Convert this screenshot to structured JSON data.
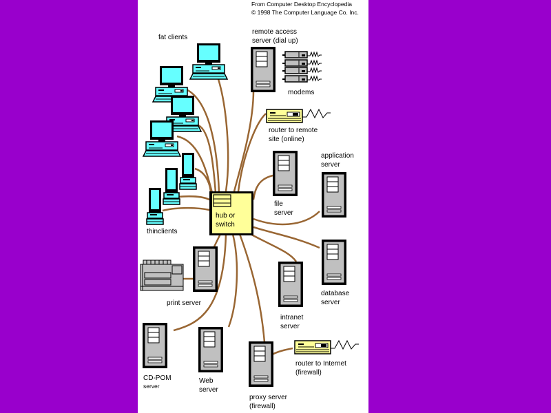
{
  "credits": {
    "line1": "From Computer Desktop Encyclopedia",
    "line2": "© 1998 The Computer Language Co. Inc."
  },
  "colors": {
    "background": "#9900cc",
    "canvas": "#ffffff",
    "cable": "#996633",
    "screen": "#66ffff",
    "server": "#c0c0c0",
    "hub": "#ffff99",
    "router": "#ffff99"
  },
  "hub": {
    "line1": "hub or",
    "line2": "switch"
  },
  "labels": {
    "fat_clients": "fat clients",
    "thin_clients": "thinclients",
    "remote_access_1": "remote access",
    "remote_access_2": "server (dial up)",
    "modems": "modems",
    "router_remote_1": "router to remote",
    "router_remote_2": "site (online)",
    "app_server_1": "application",
    "app_server_2": "server",
    "file_server_1": "file",
    "file_server_2": "server",
    "print_server": "print server",
    "database_server_1": "database",
    "database_server_2": "server",
    "intranet_server_1": "intranet",
    "intranet_server_2": "server",
    "cdrom_server_1": "CD-POM",
    "cdrom_server_2": "server",
    "web_server_1": "Web",
    "web_server_2": "server",
    "router_internet_1": "router to Internet",
    "router_internet_2": "(firewall)",
    "proxy_server_1": "proxy server",
    "proxy_server_2": "(firewall)"
  }
}
